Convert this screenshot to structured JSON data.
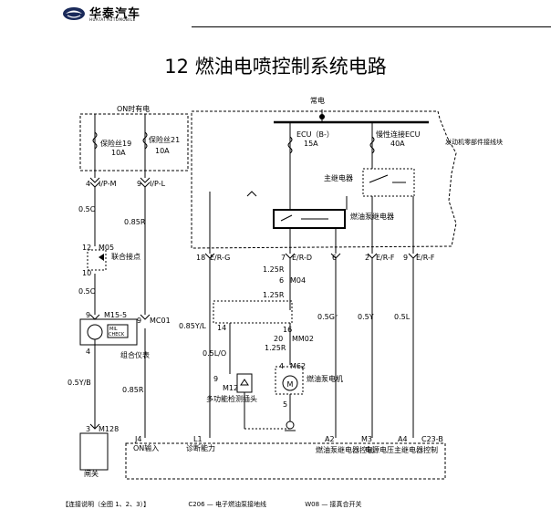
{
  "brand": {
    "name": "华泰汽车",
    "sub": "HUATAI AUTOMOBILE"
  },
  "title": "12  燃油电喷控制系统电路",
  "labels": {
    "on_power": "ON时有电",
    "fuse19": "保险丝19",
    "fuse19_amp": "10A",
    "fuse21": "保险丝21",
    "fuse21_amp": "10A",
    "normal_power": "常电",
    "ecu_b": "ECU（B-）",
    "ecu_b_amp": "15A",
    "slow_ecu": "慢性连接ECU",
    "slow_ecu_amp": "40A",
    "engine_parts": "发动机零部件接线块",
    "main_relay": "主继电器",
    "fuel_pump_relay": "燃油泵继电器",
    "pin4": "4",
    "ipm": "I/P-M",
    "pin9": "9",
    "ipl": "I/P-L",
    "w05o_1": "0.5O",
    "w085r_1": "0.85R",
    "m05_num": "12",
    "m05": "M05",
    "m05_num_bot": "10",
    "joint_connector": "联合接点",
    "w05o_2": "0.5O",
    "m15_num": "9",
    "m15": "M15-5",
    "mil": "MIL",
    "check": "CHECK",
    "m15_num_bot": "4",
    "mc01_num": "9",
    "mc01": "MC01",
    "cluster": "组合仪表",
    "w05yb": "0.5Y/B",
    "w085r_2": "0.85R",
    "m128_num": "3",
    "m128": "M128",
    "pin18": "18",
    "erg": "E/R-G",
    "pin7": "7",
    "erd": "E/R-D",
    "pin6": "6",
    "pin2": "2",
    "erf1": "E/R-F",
    "pin9b": "9",
    "erf2": "E/R-F",
    "w125r_1": "1.25R",
    "m04_num": "6",
    "m04": "M04",
    "w125r_2": "1.25R",
    "w05gr": "0.5Gr",
    "w05y": "0.5Y",
    "w05l": "0.5L",
    "w085yl": "0.85Y/L",
    "pin14": "14",
    "pin16": "16",
    "mm02_num": "20",
    "mm02": "MM02",
    "w125r_3": "1.25R",
    "w05lo": "0.5L/O",
    "m62_num": "4",
    "m62": "M62",
    "fuel_pump_motor": "燃油泵电机",
    "m12_num": "9",
    "m12": "M12",
    "diag_connector": "多功能检测插头",
    "pin5": "5",
    "j4": "J4",
    "on_input": "ON输入",
    "l1": "L1",
    "diag_func": "诊断能力",
    "a2": "A2",
    "fuel_pump_relay_ctrl": "燃油泵继电器控制",
    "m3": "M3",
    "power_voltage": "电源电压",
    "a4": "A4",
    "main_relay_ctrl": "主继电器控制",
    "c23b": "C23-B",
    "gate": "闸关"
  },
  "footer": {
    "item1": "【连接说明（全图 1、2、3）】",
    "item2": "C206 — 电子燃油泵接地线",
    "item3": "W08 — 接真合开关"
  }
}
